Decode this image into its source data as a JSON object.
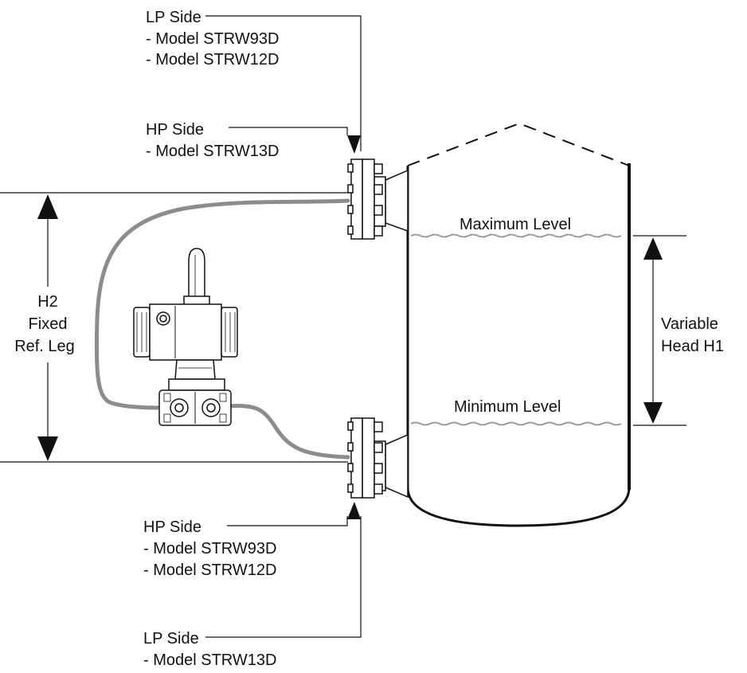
{
  "top_callout": {
    "lp_title": "LP Side",
    "lp_models": [
      "-  Model STRW93D",
      "-  Model STRW12D"
    ],
    "hp_title": "HP Side",
    "hp_models": [
      "-  Model STRW13D"
    ]
  },
  "bottom_callout": {
    "hp_title": "HP Side",
    "hp_models": [
      "-  Model STRW93D",
      "-  Model STRW12D"
    ],
    "lp_title": "LP Side",
    "lp_models": [
      "-  Model STRW13D"
    ]
  },
  "h2_label": [
    "H2",
    "Fixed",
    "Ref. Leg"
  ],
  "h1_label": [
    "Variable",
    "Head  H1"
  ],
  "levels": {
    "maximum": "Maximum Level",
    "minimum": "Minimum Level"
  },
  "colors": {
    "line": "#111111",
    "capillary": "#8c8c8c",
    "liquid_surface": "#9a9a9a",
    "background": "#ffffff"
  }
}
